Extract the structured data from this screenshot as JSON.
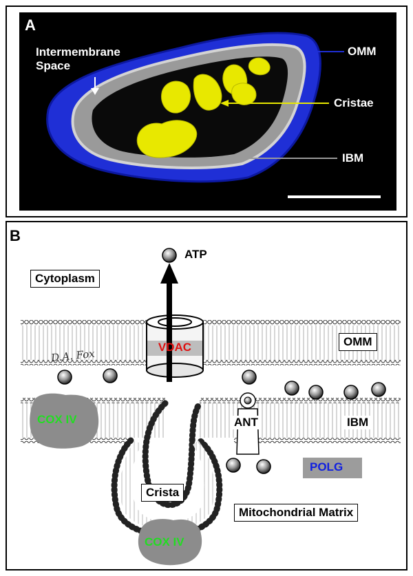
{
  "panelA": {
    "letter": "A",
    "labels": {
      "intermembrane_line1": "Intermembrane",
      "intermembrane_line2": "Space",
      "omm": "OMM",
      "cristae": "Cristae",
      "ibm": "IBM"
    }
  },
  "panelB": {
    "letter": "B",
    "labels": {
      "atp": "ATP",
      "cytoplasm": "Cytoplasm",
      "vdac": "VDAC",
      "omm": "OMM",
      "signature": "D.A. Fox",
      "cox_iv_left": "COX IV",
      "cox_iv_bottom": "COX IV",
      "ant": "ANT",
      "ibm": "IBM",
      "polg": "POLG",
      "crista": "Crista",
      "matrix": "Mitochondrial Matrix"
    }
  },
  "colors": {
    "omm_blue": "#1f2fd6",
    "cristae_yellow": "#e8e800",
    "ibm_gray": "#9a9a9a",
    "vdac_red": "#e01010",
    "cox_green": "#22dd22",
    "polg_blue": "#1020e0",
    "protein_gray": "#8c8c8c"
  }
}
